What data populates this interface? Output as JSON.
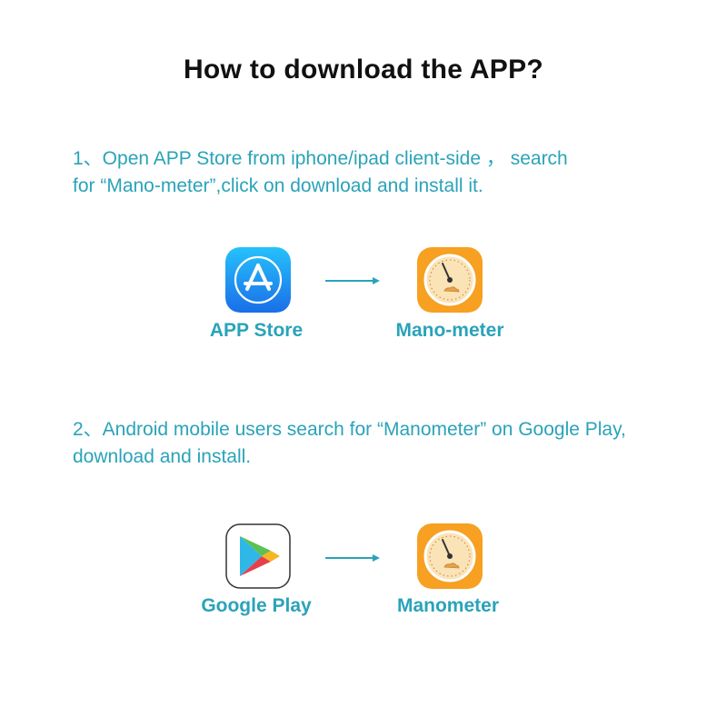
{
  "page": {
    "title": "How to download the APP?"
  },
  "steps": [
    {
      "line1": "1、Open APP Store from iphone/ipad client-side ， search",
      "line2": "for “Mano-meter”,click on download and install it.",
      "from_label": "APP Store",
      "to_label": "Mano-meter",
      "from_icon": "app-store-icon",
      "to_icon": "manometer-app-icon"
    },
    {
      "line1": "2、Android mobile users search for “Manometer” on Google Play,",
      "line2": "download and install.",
      "from_label": "Google Play",
      "to_label": "Manometer",
      "from_icon": "google-play-icon",
      "to_icon": "manometer-app-icon"
    }
  ],
  "colors": {
    "accent_text": "#2aa3b9",
    "title_text": "#111111",
    "app_store_blue": "#1e8cf0",
    "manometer_orange": "#f7a021"
  }
}
